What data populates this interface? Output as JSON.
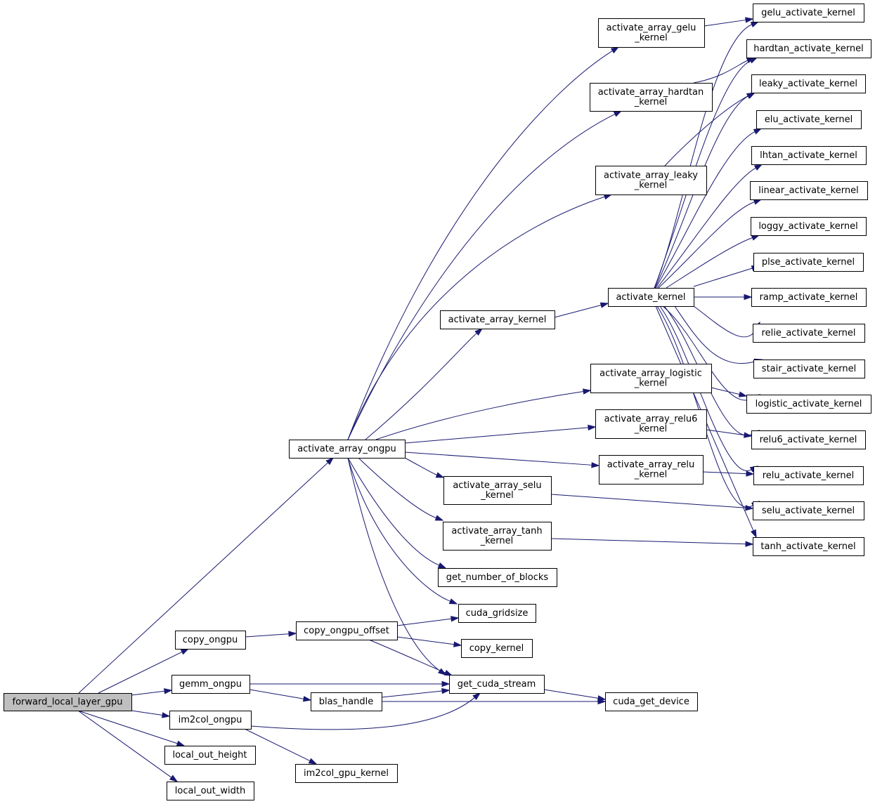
{
  "colors": {
    "edge": "#191970",
    "root_fill": "#bfbfbf",
    "node_fill": "#ffffff",
    "node_border": "#000000"
  },
  "nodes": {
    "forward_local_layer_gpu": [
      "forward_local_layer_gpu"
    ],
    "activate_array_ongpu": [
      "activate_array_ongpu"
    ],
    "copy_ongpu": [
      "copy_ongpu"
    ],
    "gemm_ongpu": [
      "gemm_ongpu"
    ],
    "im2col_ongpu": [
      "im2col_ongpu"
    ],
    "local_out_height": [
      "local_out_height"
    ],
    "local_out_width": [
      "local_out_width"
    ],
    "copy_ongpu_offset": [
      "copy_ongpu_offset"
    ],
    "blas_handle": [
      "blas_handle"
    ],
    "im2col_gpu_kernel": [
      "im2col_gpu_kernel"
    ],
    "activate_array_gelu_kernel": [
      "activate_array_gelu",
      "_kernel"
    ],
    "activate_array_hardtan_kernel": [
      "activate_array_hardtan",
      "_kernel"
    ],
    "activate_array_leaky_kernel": [
      "activate_array_leaky",
      "_kernel"
    ],
    "activate_array_kernel": [
      "activate_array_kernel"
    ],
    "activate_array_logistic_kernel": [
      "activate_array_logistic",
      "_kernel"
    ],
    "activate_array_relu6_kernel": [
      "activate_array_relu6",
      "_kernel"
    ],
    "activate_array_relu_kernel": [
      "activate_array_relu",
      "_kernel"
    ],
    "activate_array_selu_kernel": [
      "activate_array_selu",
      "_kernel"
    ],
    "activate_array_tanh_kernel": [
      "activate_array_tanh",
      "_kernel"
    ],
    "get_number_of_blocks": [
      "get_number_of_blocks"
    ],
    "cuda_gridsize": [
      "cuda_gridsize"
    ],
    "copy_kernel": [
      "copy_kernel"
    ],
    "get_cuda_stream": [
      "get_cuda_stream"
    ],
    "cuda_get_device": [
      "cuda_get_device"
    ],
    "activate_kernel": [
      "activate_kernel"
    ],
    "gelu_activate_kernel": [
      "gelu_activate_kernel"
    ],
    "hardtan_activate_kernel": [
      "hardtan_activate_kernel"
    ],
    "leaky_activate_kernel": [
      "leaky_activate_kernel"
    ],
    "elu_activate_kernel": [
      "elu_activate_kernel"
    ],
    "lhtan_activate_kernel": [
      "lhtan_activate_kernel"
    ],
    "linear_activate_kernel": [
      "linear_activate_kernel"
    ],
    "loggy_activate_kernel": [
      "loggy_activate_kernel"
    ],
    "plse_activate_kernel": [
      "plse_activate_kernel"
    ],
    "ramp_activate_kernel": [
      "ramp_activate_kernel"
    ],
    "relie_activate_kernel": [
      "relie_activate_kernel"
    ],
    "stair_activate_kernel": [
      "stair_activate_kernel"
    ],
    "logistic_activate_kernel": [
      "logistic_activate_kernel"
    ],
    "relu6_activate_kernel": [
      "relu6_activate_kernel"
    ],
    "relu_activate_kernel": [
      "relu_activate_kernel"
    ],
    "selu_activate_kernel": [
      "selu_activate_kernel"
    ],
    "tanh_activate_kernel": [
      "tanh_activate_kernel"
    ]
  },
  "edges": [
    [
      "forward_local_layer_gpu",
      "activate_array_ongpu"
    ],
    [
      "forward_local_layer_gpu",
      "copy_ongpu"
    ],
    [
      "forward_local_layer_gpu",
      "gemm_ongpu"
    ],
    [
      "forward_local_layer_gpu",
      "im2col_ongpu"
    ],
    [
      "forward_local_layer_gpu",
      "local_out_height"
    ],
    [
      "forward_local_layer_gpu",
      "local_out_width"
    ],
    [
      "activate_array_ongpu",
      "activate_array_gelu_kernel"
    ],
    [
      "activate_array_ongpu",
      "activate_array_hardtan_kernel"
    ],
    [
      "activate_array_ongpu",
      "activate_array_leaky_kernel"
    ],
    [
      "activate_array_ongpu",
      "activate_array_kernel"
    ],
    [
      "activate_array_ongpu",
      "activate_array_logistic_kernel"
    ],
    [
      "activate_array_ongpu",
      "activate_array_relu6_kernel"
    ],
    [
      "activate_array_ongpu",
      "activate_array_relu_kernel"
    ],
    [
      "activate_array_ongpu",
      "activate_array_selu_kernel"
    ],
    [
      "activate_array_ongpu",
      "activate_array_tanh_kernel"
    ],
    [
      "activate_array_ongpu",
      "get_number_of_blocks"
    ],
    [
      "activate_array_ongpu",
      "cuda_gridsize"
    ],
    [
      "activate_array_ongpu",
      "get_cuda_stream"
    ],
    [
      "copy_ongpu",
      "copy_ongpu_offset"
    ],
    [
      "copy_ongpu_offset",
      "cuda_gridsize"
    ],
    [
      "copy_ongpu_offset",
      "copy_kernel"
    ],
    [
      "copy_ongpu_offset",
      "get_cuda_stream"
    ],
    [
      "gemm_ongpu",
      "get_cuda_stream"
    ],
    [
      "gemm_ongpu",
      "blas_handle"
    ],
    [
      "blas_handle",
      "get_cuda_stream"
    ],
    [
      "blas_handle",
      "cuda_get_device"
    ],
    [
      "get_cuda_stream",
      "cuda_get_device"
    ],
    [
      "im2col_ongpu",
      "get_cuda_stream"
    ],
    [
      "im2col_ongpu",
      "im2col_gpu_kernel"
    ],
    [
      "activate_array_kernel",
      "activate_kernel"
    ],
    [
      "activate_array_gelu_kernel",
      "gelu_activate_kernel"
    ],
    [
      "activate_array_hardtan_kernel",
      "hardtan_activate_kernel"
    ],
    [
      "activate_array_leaky_kernel",
      "leaky_activate_kernel"
    ],
    [
      "activate_array_logistic_kernel",
      "logistic_activate_kernel"
    ],
    [
      "activate_array_relu6_kernel",
      "relu6_activate_kernel"
    ],
    [
      "activate_array_relu_kernel",
      "relu_activate_kernel"
    ],
    [
      "activate_array_selu_kernel",
      "selu_activate_kernel"
    ],
    [
      "activate_array_tanh_kernel",
      "tanh_activate_kernel"
    ],
    [
      "activate_kernel",
      "gelu_activate_kernel"
    ],
    [
      "activate_kernel",
      "hardtan_activate_kernel"
    ],
    [
      "activate_kernel",
      "leaky_activate_kernel"
    ],
    [
      "activate_kernel",
      "elu_activate_kernel"
    ],
    [
      "activate_kernel",
      "lhtan_activate_kernel"
    ],
    [
      "activate_kernel",
      "linear_activate_kernel"
    ],
    [
      "activate_kernel",
      "loggy_activate_kernel"
    ],
    [
      "activate_kernel",
      "plse_activate_kernel"
    ],
    [
      "activate_kernel",
      "ramp_activate_kernel"
    ],
    [
      "activate_kernel",
      "relie_activate_kernel"
    ],
    [
      "activate_kernel",
      "stair_activate_kernel"
    ],
    [
      "activate_kernel",
      "logistic_activate_kernel"
    ],
    [
      "activate_kernel",
      "relu6_activate_kernel"
    ],
    [
      "activate_kernel",
      "relu_activate_kernel"
    ],
    [
      "activate_kernel",
      "selu_activate_kernel"
    ],
    [
      "activate_kernel",
      "tanh_activate_kernel"
    ]
  ]
}
